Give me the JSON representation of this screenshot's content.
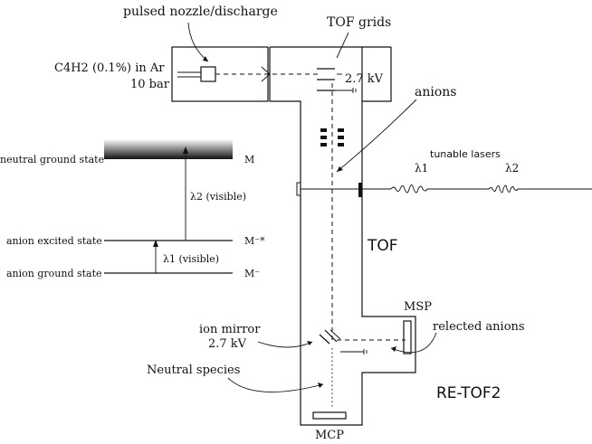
{
  "labels": {
    "nozzle": "pulsed nozzle/discharge",
    "tof_grids": "TOF grids",
    "sample_line1": "C4H2 (0.1%) in Ar",
    "sample_line2": "10 bar",
    "grid_voltage": "2.7 kV",
    "anions": "anions",
    "tunable_lasers": "tunable lasers",
    "lambda1": "λ1",
    "lambda2": "λ2",
    "tof": "TOF",
    "msp": "MSP",
    "reflected_anions": "relected anions",
    "ion_mirror_line1": "ion mirror",
    "ion_mirror_line2": "2.7 kV",
    "neutral_species": "Neutral species",
    "retof2": "RE-TOF2",
    "mcp": "MCP"
  },
  "energy_levels": {
    "neutral_ground": "neutral ground state",
    "neutral_symbol": "M",
    "anion_excited": "anion excited state",
    "anion_excited_symbol": "M⁻*",
    "anion_ground": "anion ground state",
    "anion_ground_symbol": "M⁻",
    "transition2": "λ2 (visible)",
    "transition1": "λ1 (visible)"
  }
}
